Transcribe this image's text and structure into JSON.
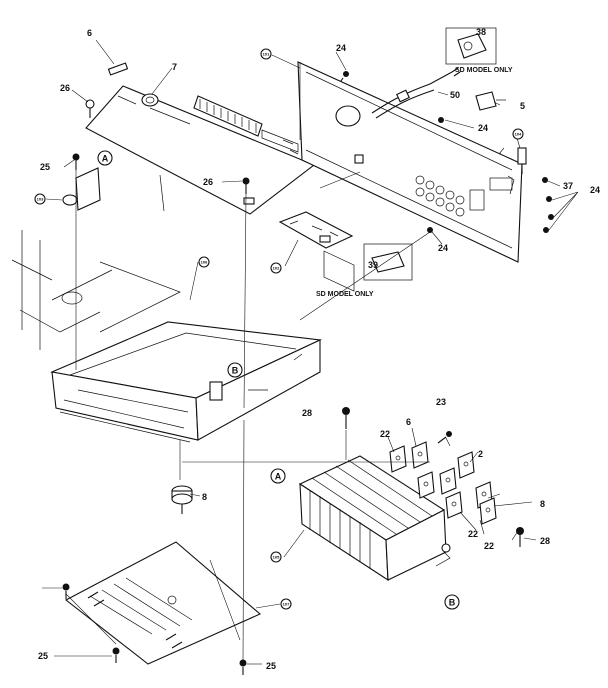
{
  "diagram": {
    "callouts": {
      "c6": "6",
      "c7": "7",
      "c26a": "26",
      "c25a": "25",
      "c26b": "26",
      "c24a": "24",
      "c38": "38",
      "c50": "50",
      "c5": "5",
      "c24b": "24",
      "c37": "37",
      "c24c": "24",
      "c24d": "24",
      "c39": "39",
      "c8a": "8",
      "c28a": "28",
      "c23": "23",
      "c6b": "6",
      "c22a": "22",
      "c2": "2",
      "c22b": "22",
      "c22c": "22",
      "c8b": "8",
      "c28b": "28",
      "c25b": "25",
      "c25c": "25"
    },
    "tiny_codes": {
      "t101": "101",
      "t104": "104",
      "t103": "103",
      "t102": "102",
      "t106": "106",
      "t105": "105",
      "t107": "107",
      "t108": "108"
    },
    "circled": {
      "A1": "A",
      "B1": "B",
      "A2": "A",
      "B2": "B"
    },
    "notes": {
      "model_note_1": "SD MODEL ONLY",
      "model_note_2": "SD MODEL ONLY"
    }
  }
}
